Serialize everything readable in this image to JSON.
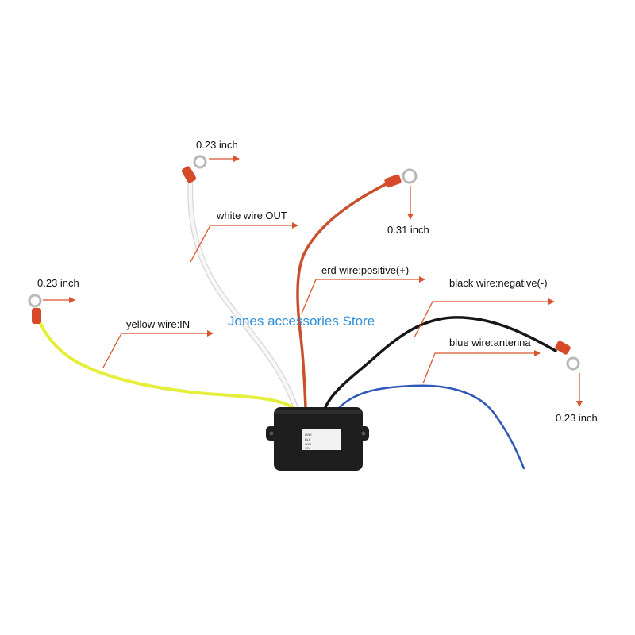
{
  "watermark": "Jones accessories Store",
  "labels": {
    "white": "white wire:OUT",
    "red": "erd wire:positive(+)",
    "black": "black wire:negative(-)",
    "blue": "blue wire:antenna",
    "yellow": "yellow wire:IN"
  },
  "sizes": {
    "white_ring": "0.23 inch",
    "red_ring": "0.31 inch",
    "yellow_ring": "0.23 inch",
    "black_ring": "0.23 inch"
  },
  "sticker": [
    "LINE",
    "BLK",
    "WIN",
    "12V"
  ],
  "colors": {
    "arrow": "#d9552f",
    "yellow_wire": "#e6ee3c",
    "white_wire": "#f4f4f4",
    "red_wire": "#c8502a",
    "black_wire": "#161616",
    "blue_wire": "#2f58b8",
    "box": "#1e1e1e",
    "watermark": "#2e8fd8"
  }
}
